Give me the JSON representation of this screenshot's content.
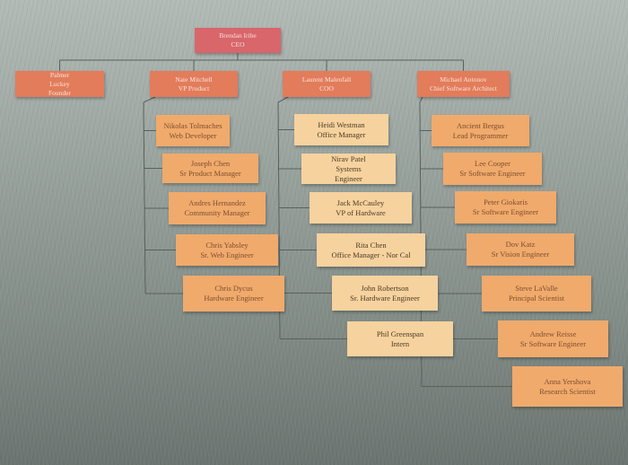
{
  "org_chart": {
    "root": {
      "lines": [
        "Brendan Iribe",
        "CEO"
      ]
    },
    "heads": [
      {
        "id": "palmer",
        "lines": [
          "Palmer",
          "Luckey",
          "Founder"
        ],
        "reports": []
      },
      {
        "id": "nate",
        "lines": [
          "Nate Mitchell",
          "VP Product"
        ],
        "reports": [
          {
            "lines": [
              "Nikolas Tolmaches",
              "Web Developer"
            ]
          },
          {
            "lines": [
              "Joseph Chen",
              "Sr Product Manager"
            ]
          },
          {
            "lines": [
              "Andres Hernandez",
              "Community Manager"
            ]
          },
          {
            "lines": [
              "Chris Yabsley",
              "Sr. Web Engineer"
            ]
          },
          {
            "lines": [
              "Chris Dycus",
              "Hardware Engineer"
            ]
          }
        ]
      },
      {
        "id": "laurent",
        "lines": [
          "Laurent Malenfall",
          "COO"
        ],
        "reports": [
          {
            "lines": [
              "Heidi Westman",
              "Office Manager"
            ]
          },
          {
            "lines": [
              "Nirav Patel",
              "Systems",
              "Engineer"
            ]
          },
          {
            "lines": [
              "Jack McCauley",
              "VP of Hardware"
            ]
          },
          {
            "lines": [
              "Rita Chen",
              "Office Manager - Nor Cal"
            ]
          },
          {
            "lines": [
              "John Robertson",
              "Sr. Hardware Engineer"
            ]
          },
          {
            "lines": [
              "Phil Greenspan",
              "Intern"
            ]
          }
        ]
      },
      {
        "id": "michael",
        "lines": [
          "Michael Antonov",
          "Chief Software Architect"
        ],
        "reports": [
          {
            "lines": [
              "Ancient Bergus",
              "Lead Programmer"
            ]
          },
          {
            "lines": [
              "Lee Cooper",
              "Sr Software Engineer"
            ]
          },
          {
            "lines": [
              "Peter Giokaris",
              "Sr Software Engineer"
            ]
          },
          {
            "lines": [
              "Dov Katz",
              "Sr Vision Engineer"
            ]
          },
          {
            "lines": [
              "Steve LaValle",
              "Principal Scientist"
            ]
          },
          {
            "lines": [
              "Andrew Reisse",
              "Sr Software Engineer"
            ]
          },
          {
            "lines": [
              "Anna Yershova",
              "Research Scientist"
            ]
          }
        ]
      }
    ],
    "colors": {
      "ceo": "#d8666a",
      "executive": "#e27c5b",
      "report": "#f0aa6c",
      "report_light": "#f6d29e",
      "connector": "#59615d"
    }
  }
}
